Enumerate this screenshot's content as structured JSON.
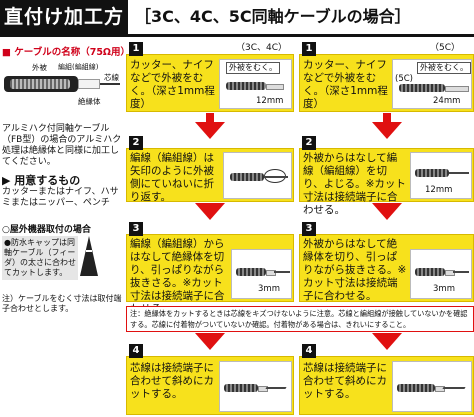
{
  "header": {
    "title": "直付け加工方法",
    "subtitle": "［3C、4C、5C同軸ケーブルの場合］"
  },
  "left": {
    "cable_name_heading": "■ ケーブルの名称（75Ω用）",
    "cable_labels": [
      "外被",
      "編組(編組線)",
      "芯線",
      "絶縁体"
    ],
    "alumi_text": "アルミハク付同軸ケーブル（FB型）の場合のアルミハク処理は絶縁体と同様に加工してください。",
    "tools_heading": "▶ 用意するもの",
    "tools_text": "カッターまたはナイフ、ハサミまたはニッパー、ペンチ",
    "outdoor_heading": "○屋外機器取付の場合",
    "outdoor_text": "●防水キャップは同軸ケーブル（フィーダ）の太さに合わせてカットします。",
    "note": "注）ケーブルをむく寸法は取付端子合わせとします。"
  },
  "columns": {
    "left_label": "（3C、4C）",
    "right_label": "（5C）"
  },
  "steps": {
    "s1": {
      "num": "1",
      "left_text": "カッター、ナイフなどで外被をむく。（深さ1mm程度）",
      "left_tag": "外被をむく。",
      "left_meas": "12mm",
      "right_text": "カッター、ナイフなどで外被をむく。（深さ1mm程度）",
      "right_tag": "外被をむく。",
      "right_meas": "24mm",
      "right_size": "(5C)"
    },
    "s2": {
      "num": "2",
      "left_text": "編線（編組線）は矢印のように外被側にていねいに折り返す。",
      "right_text": "外被からはなして編線（編組線）を切り、よじる。※カット寸法は接続端子に合わせる。",
      "right_meas": "12mm"
    },
    "s3": {
      "num": "3",
      "left_text": "編線（編組線）からはなして絶縁体を切り、引っぱりながら抜きさる。※カット寸法は接続端子に合わせる。",
      "left_meas": "3mm",
      "right_text": "外被からはなして絶縁体を切り、引っぱりながら抜きさる。※カット寸法は接続端子に合わせる。",
      "right_meas": "3mm"
    },
    "s4": {
      "num": "4",
      "left_text": "芯線は接続端子に合わせて斜めにカットする。",
      "right_text": "芯線は接続端子に合わせて斜めにカットする。"
    }
  },
  "caution": "注：絶縁体をカットするときは芯線をキズつけないように注意。芯線と編組線が接触していないかを確認する。芯線に付着物がついていないか確認。付着物がある場合は、きれいにすること。",
  "colors": {
    "step_yellow": "#f7e11c",
    "arrow_red": "#e01010",
    "heading_red": "#d0021b"
  }
}
